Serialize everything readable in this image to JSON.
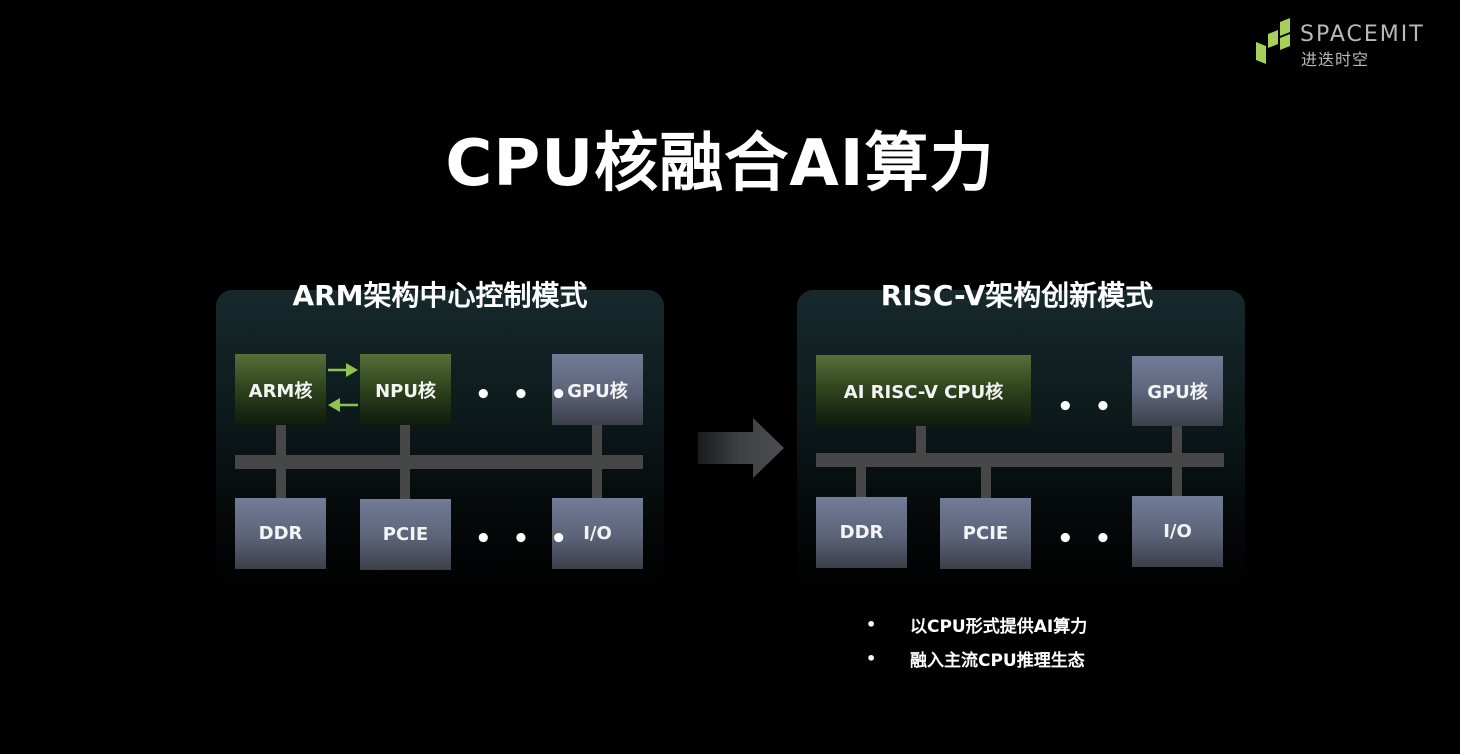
{
  "logo": {
    "wordmark": "SPACEMIT",
    "chinese": "进迭时空",
    "accent_color": "#a6d05a",
    "icon": "spacemit-logo-icon"
  },
  "title": "CPU核融合AI算力",
  "left_panel": {
    "title": "ARM架构中心控制模式",
    "top_row": [
      {
        "label": "ARM核",
        "style": "green"
      },
      {
        "label": "NPU核",
        "style": "green"
      },
      {
        "label": "GPU核",
        "style": "grey"
      }
    ],
    "bottom_row": [
      {
        "label": "DDR"
      },
      {
        "label": "PCIE"
      },
      {
        "label": "I/O"
      }
    ],
    "ellipsis": "• • •",
    "link_arrows": [
      "arrow-right-icon",
      "arrow-left-icon"
    ]
  },
  "transition_arrow": "big-right-arrow-icon",
  "right_panel": {
    "title": "RISC-V架构创新模式",
    "top_row": [
      {
        "label": "AI RISC-V CPU核",
        "style": "green"
      },
      {
        "label": "GPU核",
        "style": "grey"
      }
    ],
    "bottom_row": [
      {
        "label": "DDR"
      },
      {
        "label": "PCIE"
      },
      {
        "label": "I/O"
      }
    ],
    "ellipsis": "• • •"
  },
  "bullets": {
    "marker": "•",
    "items": [
      "以CPU形式提供AI算力",
      "融入主流CPU推理生态"
    ]
  },
  "colors": {
    "background": "#000000",
    "green_box": "#4d6634",
    "grey_box": "#6a7290",
    "bus": "#474747",
    "arrow_green": "#8dc44f"
  }
}
